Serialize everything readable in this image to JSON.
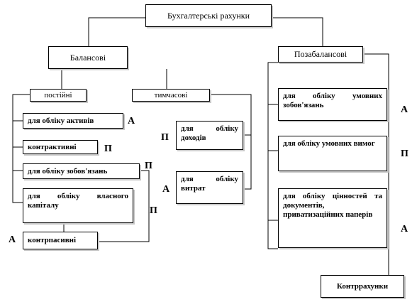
{
  "root": "Бухгалтерські рахунки",
  "balance": {
    "title": "Балансові",
    "permanent": {
      "title": "постійні",
      "items": [
        "для обліку активів",
        "контрактивні",
        "для обліку зобов'язань",
        "для обліку власного капіталу",
        "контрпасивні"
      ],
      "tags": [
        "А",
        "П",
        "П",
        "П",
        "А"
      ]
    },
    "temporary": {
      "title": "тимчасові",
      "items": [
        "для обліку доходів",
        "для обліку витрат"
      ],
      "tags": [
        "П",
        "А"
      ]
    }
  },
  "offbalance": {
    "title": "Позабалансові",
    "items": [
      "для обліку умовних зобов'язань",
      "для обліку умовних вимог",
      "для обліку цінностей та документів, приватизаційних паперів"
    ],
    "tags": [
      "А",
      "П",
      "А"
    ],
    "contra": "Контррахунки"
  }
}
